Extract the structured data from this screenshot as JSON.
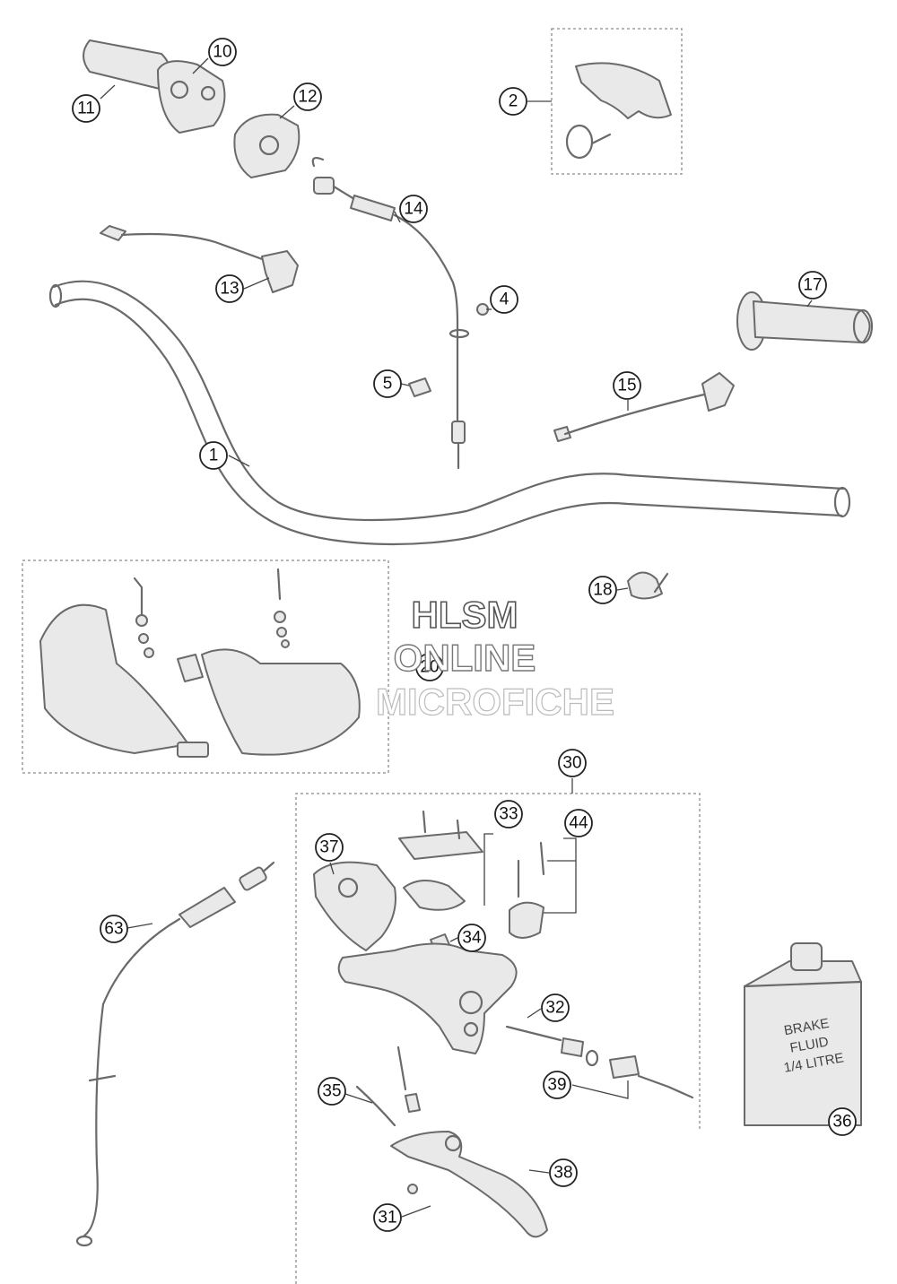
{
  "watermark": {
    "line1": "HLSM",
    "line2": "ONLINE",
    "line3": "MICROFICHE"
  },
  "container_label": {
    "line1": "BRAKE",
    "line2": "FLUID",
    "line3": "1/4 LITRE"
  },
  "callouts": [
    "1",
    "2",
    "4",
    "5",
    "10",
    "11",
    "12",
    "13",
    "14",
    "15",
    "17",
    "18",
    "20",
    "30",
    "31",
    "32",
    "33",
    "34",
    "35",
    "36",
    "37",
    "38",
    "39",
    "44",
    "63"
  ],
  "colors": {
    "line": "#6a6a6a",
    "fill": "#e9e9e9"
  }
}
